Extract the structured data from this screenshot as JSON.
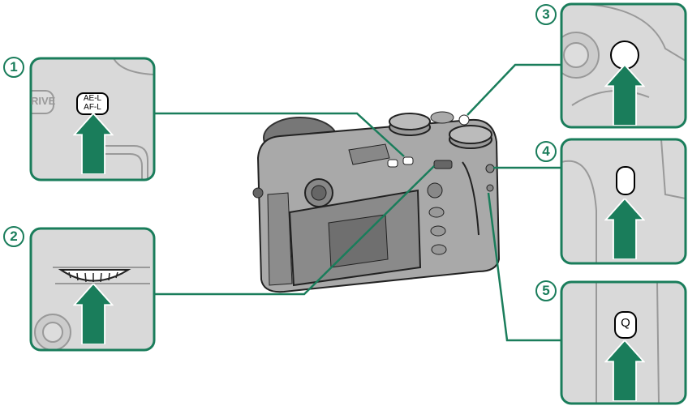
{
  "callouts": [
    {
      "number": "1",
      "button_label_line1": "AE-L",
      "button_label_line2": "AF-L",
      "side_label": "RIVE"
    },
    {
      "number": "2"
    },
    {
      "number": "3"
    },
    {
      "number": "4"
    },
    {
      "number": "5",
      "button_label": "Q"
    }
  ],
  "colors": {
    "accent": "#1a7d5b",
    "panel_bg": "#d9d9d9",
    "camera": "#a8a8a8"
  }
}
